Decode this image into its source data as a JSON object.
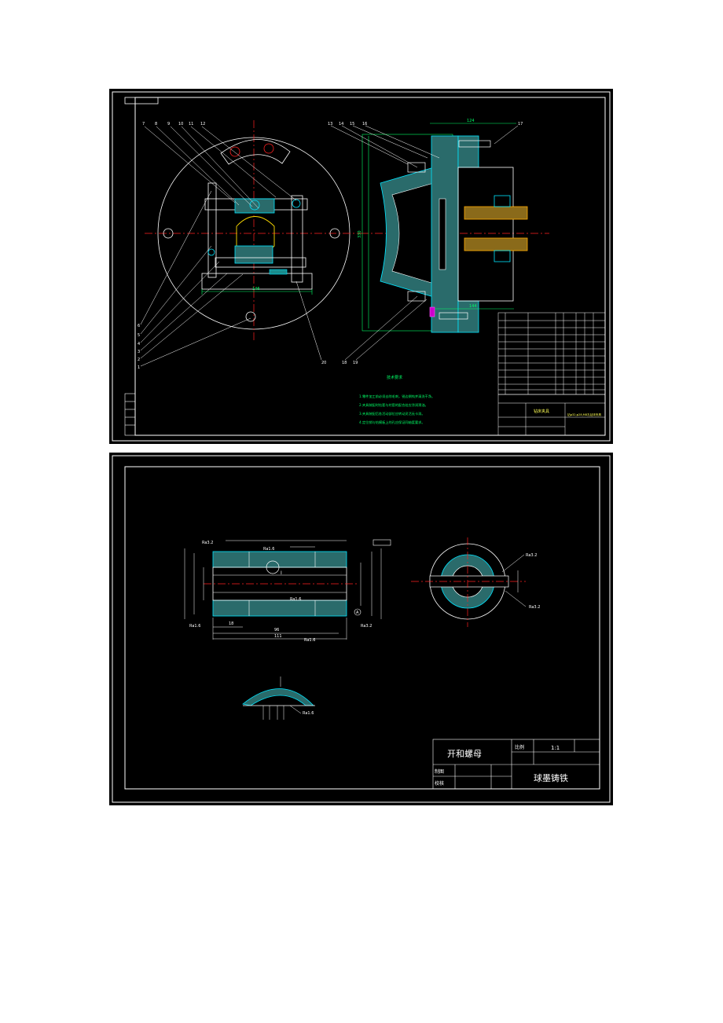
{
  "sheet1": {
    "balloons_left_top": [
      "7",
      "8",
      "9",
      "10",
      "11",
      "12"
    ],
    "balloons_right_top": [
      "13",
      "14",
      "15",
      "16",
      "17"
    ],
    "balloons_left_bottom": [
      "6",
      "5",
      "4",
      "3",
      "2",
      "1"
    ],
    "balloon_bottom_mid": "20",
    "balloons_right_bottom": [
      "18",
      "19"
    ],
    "dim_width_left": "146",
    "dim_right_top": "124",
    "dim_right_bottom": "144",
    "dim_height_right": "330",
    "notes_title": "技术要求",
    "notes": [
      "1.零件加工前必须去除毛刺，锐边倒钝并清洗干净。",
      "2.夹具装配时钻套与衬套的配合处应涂润滑油。",
      "3.夹具装配后各活动部位应转动灵活无卡滞。",
      "4.定位销与钻模板上的孔应保证同轴度要求。"
    ],
    "title_block_name": "钻床夹具",
    "title_block_drawing": "钻φ32,φ28,M8孔钻床夹具"
  },
  "sheet2": {
    "roughness": [
      "Ra3.2",
      "Ra1.6",
      "Ra1.6",
      "Ra1.6",
      "Ra3.2",
      "Ra1.6",
      "Ra3.2",
      "Ra3.2",
      "Ra1.6"
    ],
    "dim_bottom_1": "18",
    "dim_bottom_2": "96",
    "dim_bottom_3": "111",
    "section_label": "I",
    "datum_label": "A",
    "title": "开和螺母",
    "scale_label": "比例",
    "scale_value": "1:1",
    "material": "球墨铸铁",
    "drawn_label": "制图",
    "checked_label": "校核"
  }
}
